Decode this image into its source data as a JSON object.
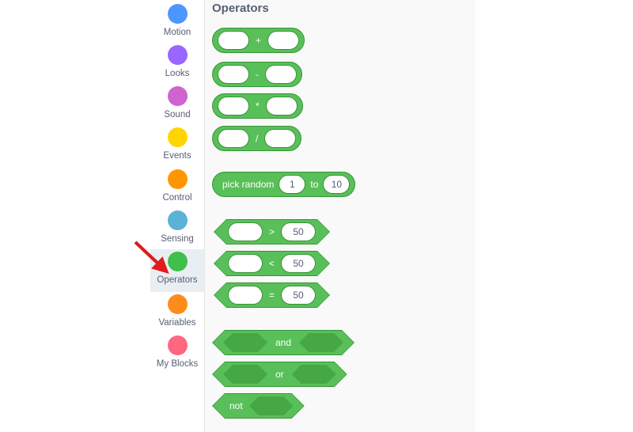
{
  "app": {
    "palette_title": "Operators",
    "accent_green": "#59c059",
    "accent_green_dark": "#389438",
    "slot_hex_green": "#45a845",
    "selected_bg": "#e9eef2",
    "palette_bg": "#f9f9f9",
    "label_color": "#575e75",
    "pointer_color": "#e01b1b"
  },
  "sidebar": {
    "name": "block-categories",
    "items": [
      {
        "label": "Motion",
        "color": "#4c97ff",
        "selected": false
      },
      {
        "label": "Looks",
        "color": "#9966ff",
        "selected": false
      },
      {
        "label": "Sound",
        "color": "#cf63cf",
        "selected": false
      },
      {
        "label": "Events",
        "color": "#ffd500",
        "selected": false
      },
      {
        "label": "Control",
        "color": "#ff9500",
        "selected": false
      },
      {
        "label": "Sensing",
        "color": "#5cb1d6",
        "selected": false
      },
      {
        "label": "Operators",
        "color": "#40bf4a",
        "selected": true
      },
      {
        "label": "Variables",
        "color": "#ff8c1a",
        "selected": false
      },
      {
        "label": "My Blocks",
        "color": "#ff6680",
        "selected": false
      }
    ]
  },
  "blocks": {
    "arithmetic": [
      {
        "name": "operator-add",
        "symbol": "+",
        "left_value": "",
        "right_value": ""
      },
      {
        "name": "operator-subtract",
        "symbol": "-",
        "left_value": "",
        "right_value": ""
      },
      {
        "name": "operator-multiply",
        "symbol": "*",
        "left_value": "",
        "right_value": ""
      },
      {
        "name": "operator-divide",
        "symbol": "/",
        "left_value": "",
        "right_value": ""
      }
    ],
    "pick_random": {
      "name": "operator-pick-random",
      "prefix_label": "pick random",
      "from_value": "1",
      "middle_label": "to",
      "to_value": "10"
    },
    "comparisons": [
      {
        "name": "operator-greater-than",
        "symbol": ">",
        "left_value": "",
        "right_value": "50"
      },
      {
        "name": "operator-less-than",
        "symbol": "<",
        "left_value": "",
        "right_value": "50"
      },
      {
        "name": "operator-equals",
        "symbol": "=",
        "left_value": "",
        "right_value": "50"
      }
    ],
    "logic": [
      {
        "name": "operator-and",
        "label": "and",
        "layout": "infix"
      },
      {
        "name": "operator-or",
        "label": "or",
        "layout": "infix"
      },
      {
        "name": "operator-not",
        "label": "not",
        "layout": "prefix"
      }
    ]
  }
}
